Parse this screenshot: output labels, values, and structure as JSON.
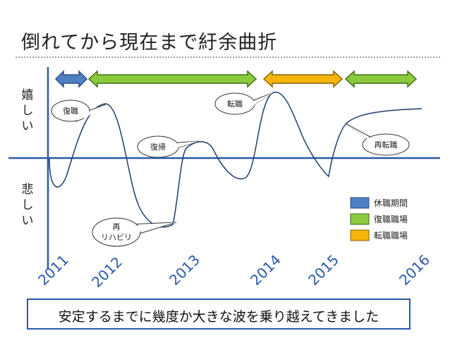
{
  "title": "倒れてから現在まで紆余曲折",
  "axis": {
    "happy": [
      "嬉",
      "し",
      "い"
    ],
    "sad": [
      "悲",
      "し",
      "い"
    ],
    "years": [
      "2011",
      "2012",
      "2013",
      "2014",
      "2015",
      "2016"
    ]
  },
  "callouts": {
    "return_to_work": "復職",
    "job_change": "転職",
    "return": "復帰",
    "re_job_change": "再転職",
    "re_rehab_line1": "再",
    "re_rehab_line2": "リハビリ"
  },
  "legend": [
    {
      "label": "休職期間",
      "color": "#4f7fc3"
    },
    {
      "label": "復職職場",
      "color": "#8cca3d"
    },
    {
      "label": "転職職場",
      "color": "#f5b50a"
    }
  ],
  "colors": {
    "axis": "#2a58a8",
    "curve": "#1f3d6d"
  },
  "footer": "安定するまでに幾度か大きな波を乗り越えてきました"
}
